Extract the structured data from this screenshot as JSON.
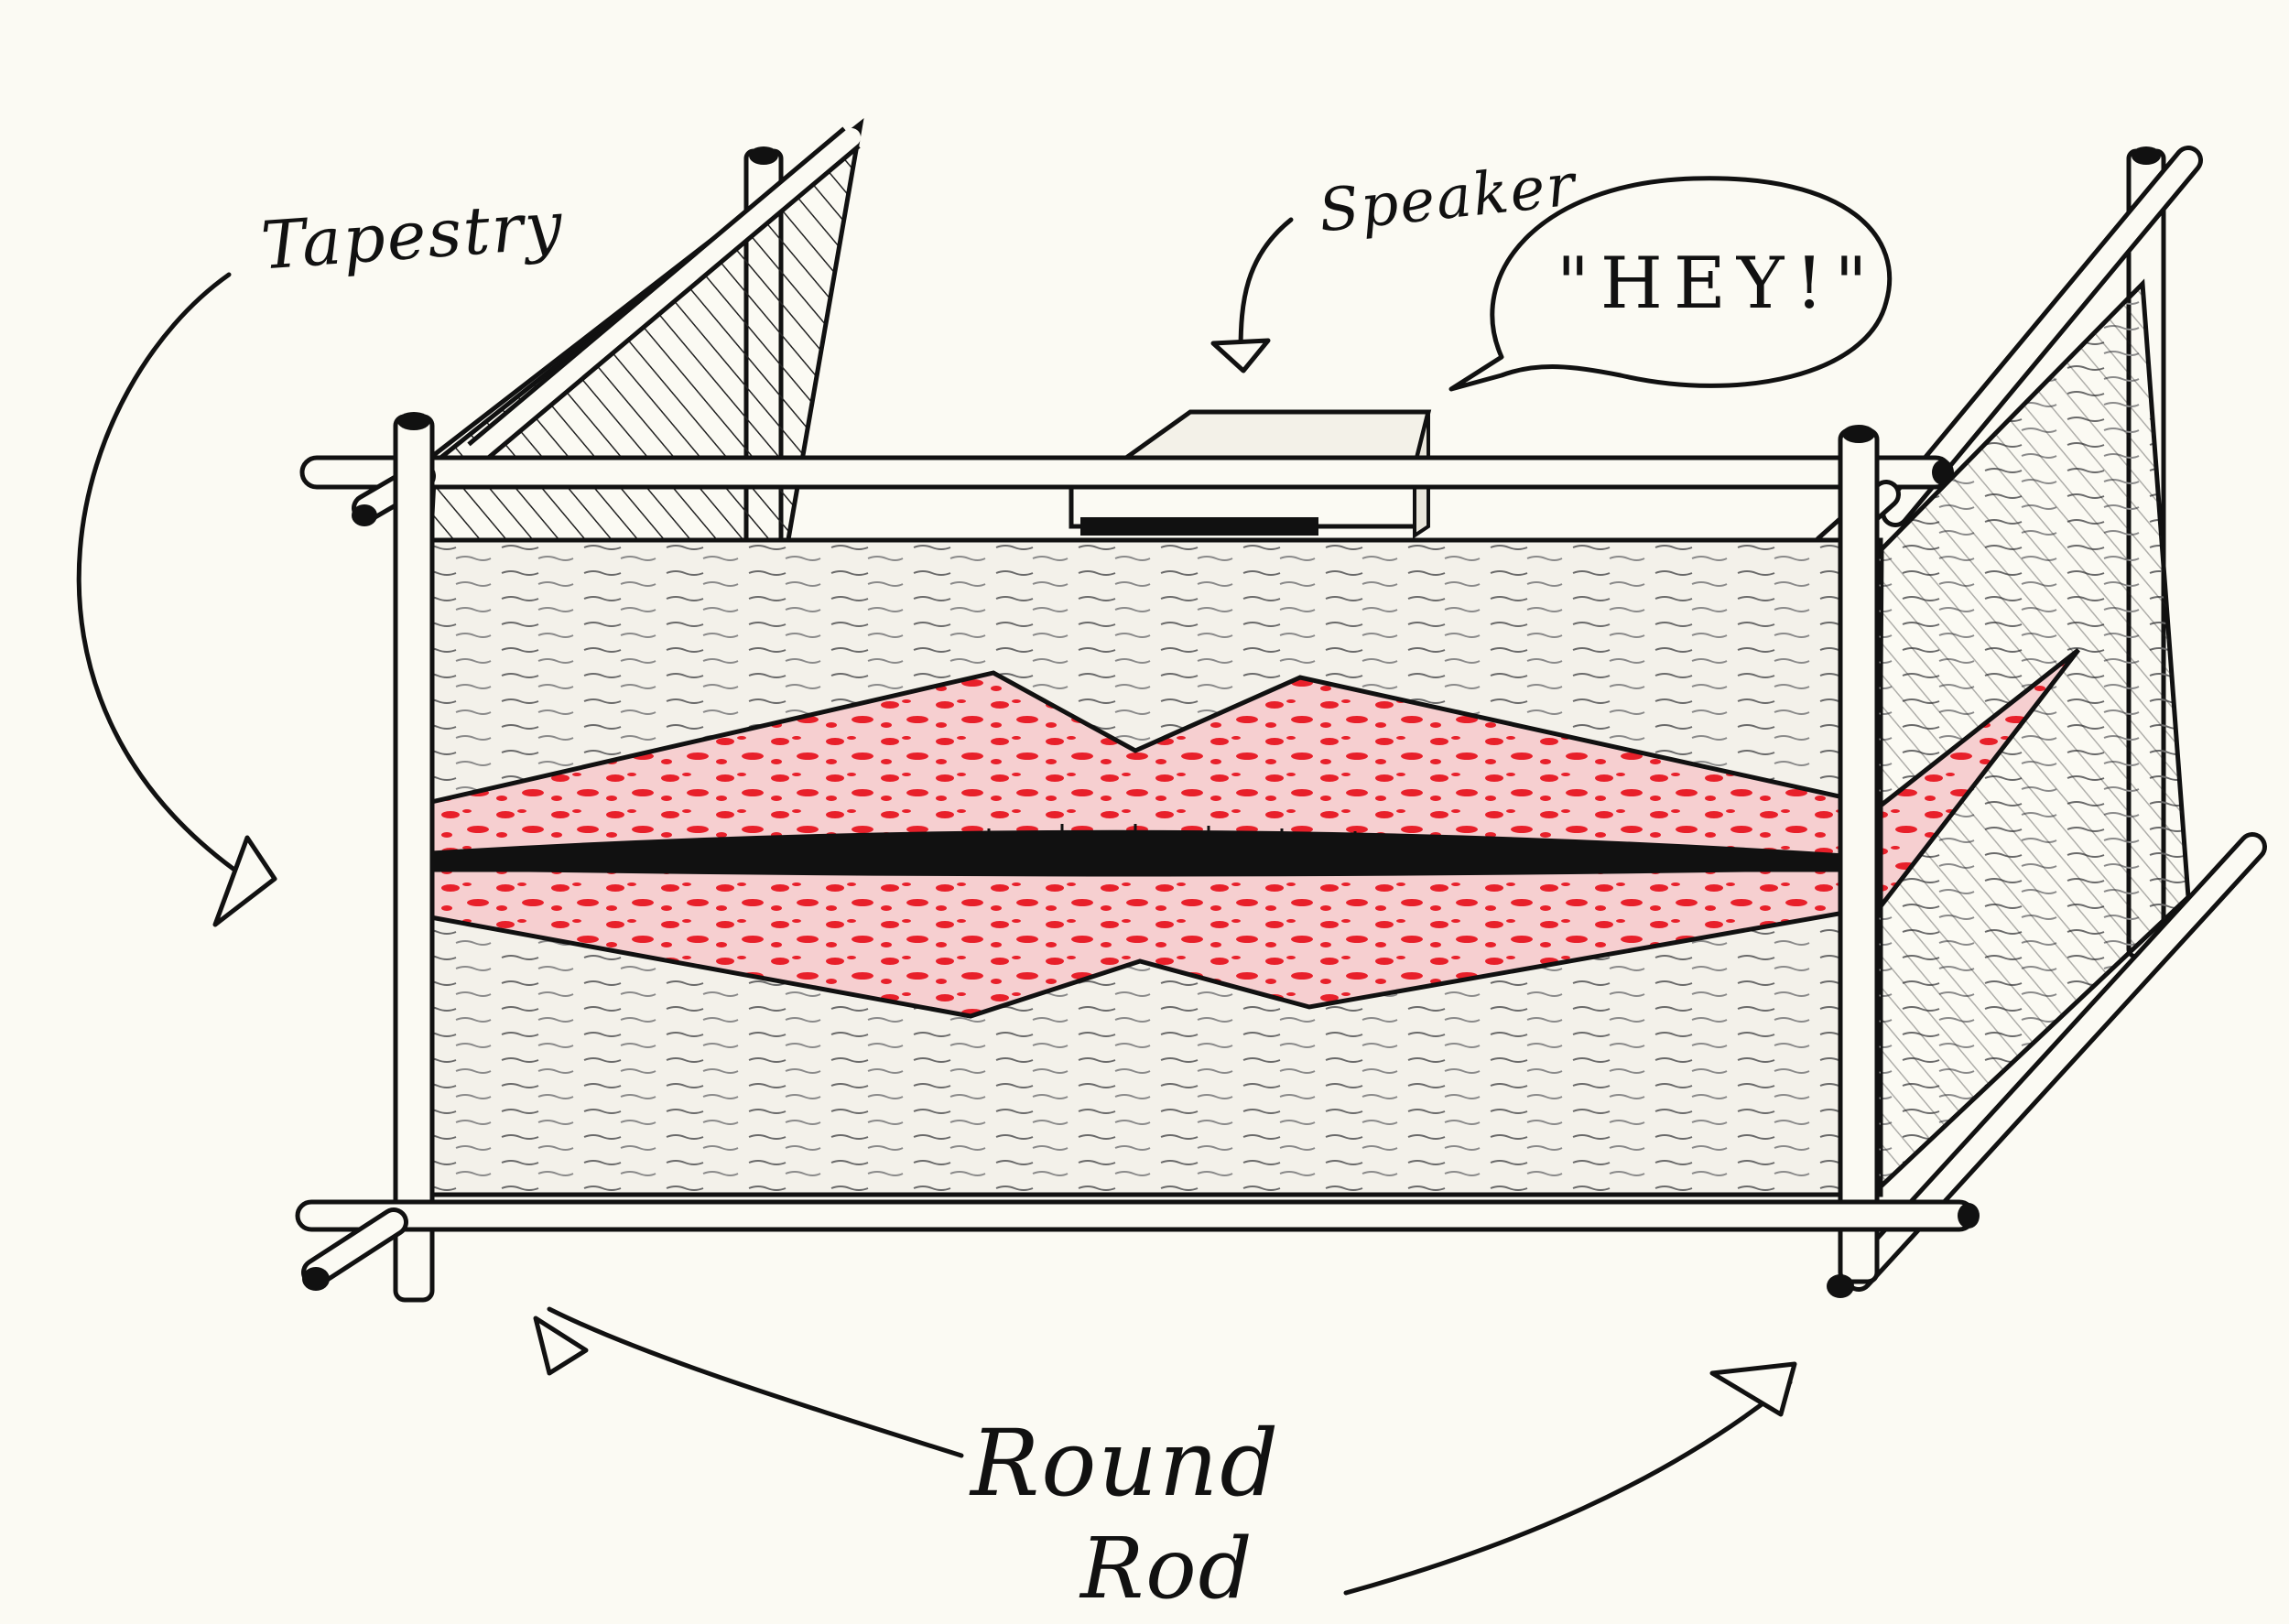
{
  "labels": {
    "tapestry": "Tapestry",
    "speaker": "Speaker",
    "speech": "\"HEY!\"",
    "round_rod": [
      "Round",
      "Rod"
    ]
  },
  "colors": {
    "ink": "#111111",
    "paper": "#fbfaf3",
    "mouth_red": "#e8202a",
    "cloth_shade": "#d9d6cc"
  },
  "icons": {
    "speaker": "speaker-box-icon",
    "mouth": "red-mouth-pattern-icon"
  }
}
